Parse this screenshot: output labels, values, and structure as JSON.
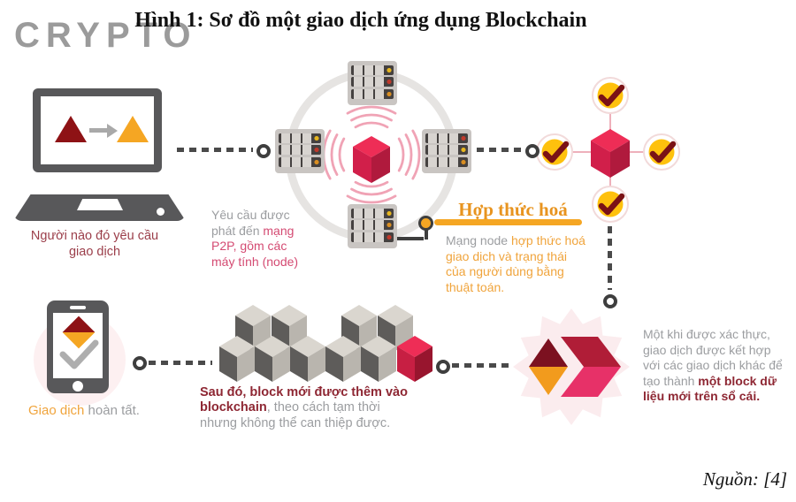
{
  "watermark": "CRYPTO",
  "title": "Hình 1: Sơ đồ một giao dịch ứng dụng Blockchain",
  "source_note": "Nguồn: [4]",
  "colors": {
    "maroon": "#8e1215",
    "orange": "#f5a623",
    "orange_dark": "#e8941f",
    "crimson_top": "#ee2d56",
    "crimson_left": "#d11f4a",
    "crimson_right": "#b01a3d",
    "pink_wave": "#f0a3b5",
    "pink_line": "#eeb0bb",
    "pink_text": "#d44a72",
    "gray_text": "#9b9da0",
    "rose_text": "#9b3e4a",
    "dark_red_text": "#8e2733",
    "orange_text": "#f0a43c",
    "device_gray": "#58585a",
    "connector_dark": "#3e3e3e",
    "yellow_badge": "#fec10d",
    "check_dark": "#7a1216",
    "burst_pink": "#fbecee",
    "gray_cube_top": "#dad6cf",
    "gray_cube_left": "#5e5c5a",
    "gray_cube_right": "#b9b5ae",
    "red_cube_left": "#c71f43",
    "watermark_gray": "#8a8a8a"
  },
  "steps": {
    "request": {
      "caption": "Người nào đó yêu cầu giao dịch"
    },
    "broadcast": {
      "caption_gray": "Yêu cầu được phát đến ",
      "caption_pink": "mạng P2P, gồm các máy tính (node)"
    },
    "validate": {
      "heading": "Hợp thức hoá",
      "caption_gray": "Mạng node ",
      "caption_orange": "hợp thức hoá giao dịch và trạng thái của người dùng bằng thuật toán."
    },
    "combine": {
      "caption_gray": "Một khi được xác thực, giao dịch được kết hợp với các giao dịch khác để tạo thành ",
      "caption_red": "một block dữ liệu mới trên sổ cái."
    },
    "append": {
      "caption_red": "Sau đó, block mới được thêm vào blockchain",
      "caption_gray": ", theo cách tạm thời nhưng không thể can thiệp được."
    },
    "complete": {
      "caption_orange": "Giao dịch",
      "caption_gray": " hoàn tất."
    }
  },
  "icons": {
    "laptop-icon": "css:laptop",
    "triangle-sender-icon": "css:triangle-maroon",
    "arrow-icon": "css:right-arrow",
    "triangle-receiver-icon": "css:triangle-orange",
    "server-icon": "css:server-rack",
    "transaction-cube-icon": "svg:isometric-red-cube",
    "broadcast-waves-icon": "svg:concentric-arcs",
    "network-circle": "svg:faint-ring",
    "check-badge-icon": "svg:yellow-circle-dark-check",
    "ring-connector-icon": "css:outlined-circle",
    "dashed-connector": "css:dash-gradient",
    "starburst-icon": "svg:12-point-star",
    "block-diamond-icon": "svg:two-tone-diamond",
    "block-chevron-icon": "svg:two-tone-chevron",
    "blockchain-cubes-icon": "svg:isometric-cube-rows",
    "smartphone-icon": "css:smartphone",
    "phone-diamond-icon": "css:two-tone-diamond",
    "phone-check-icon": "svg:gray-checkmark"
  }
}
